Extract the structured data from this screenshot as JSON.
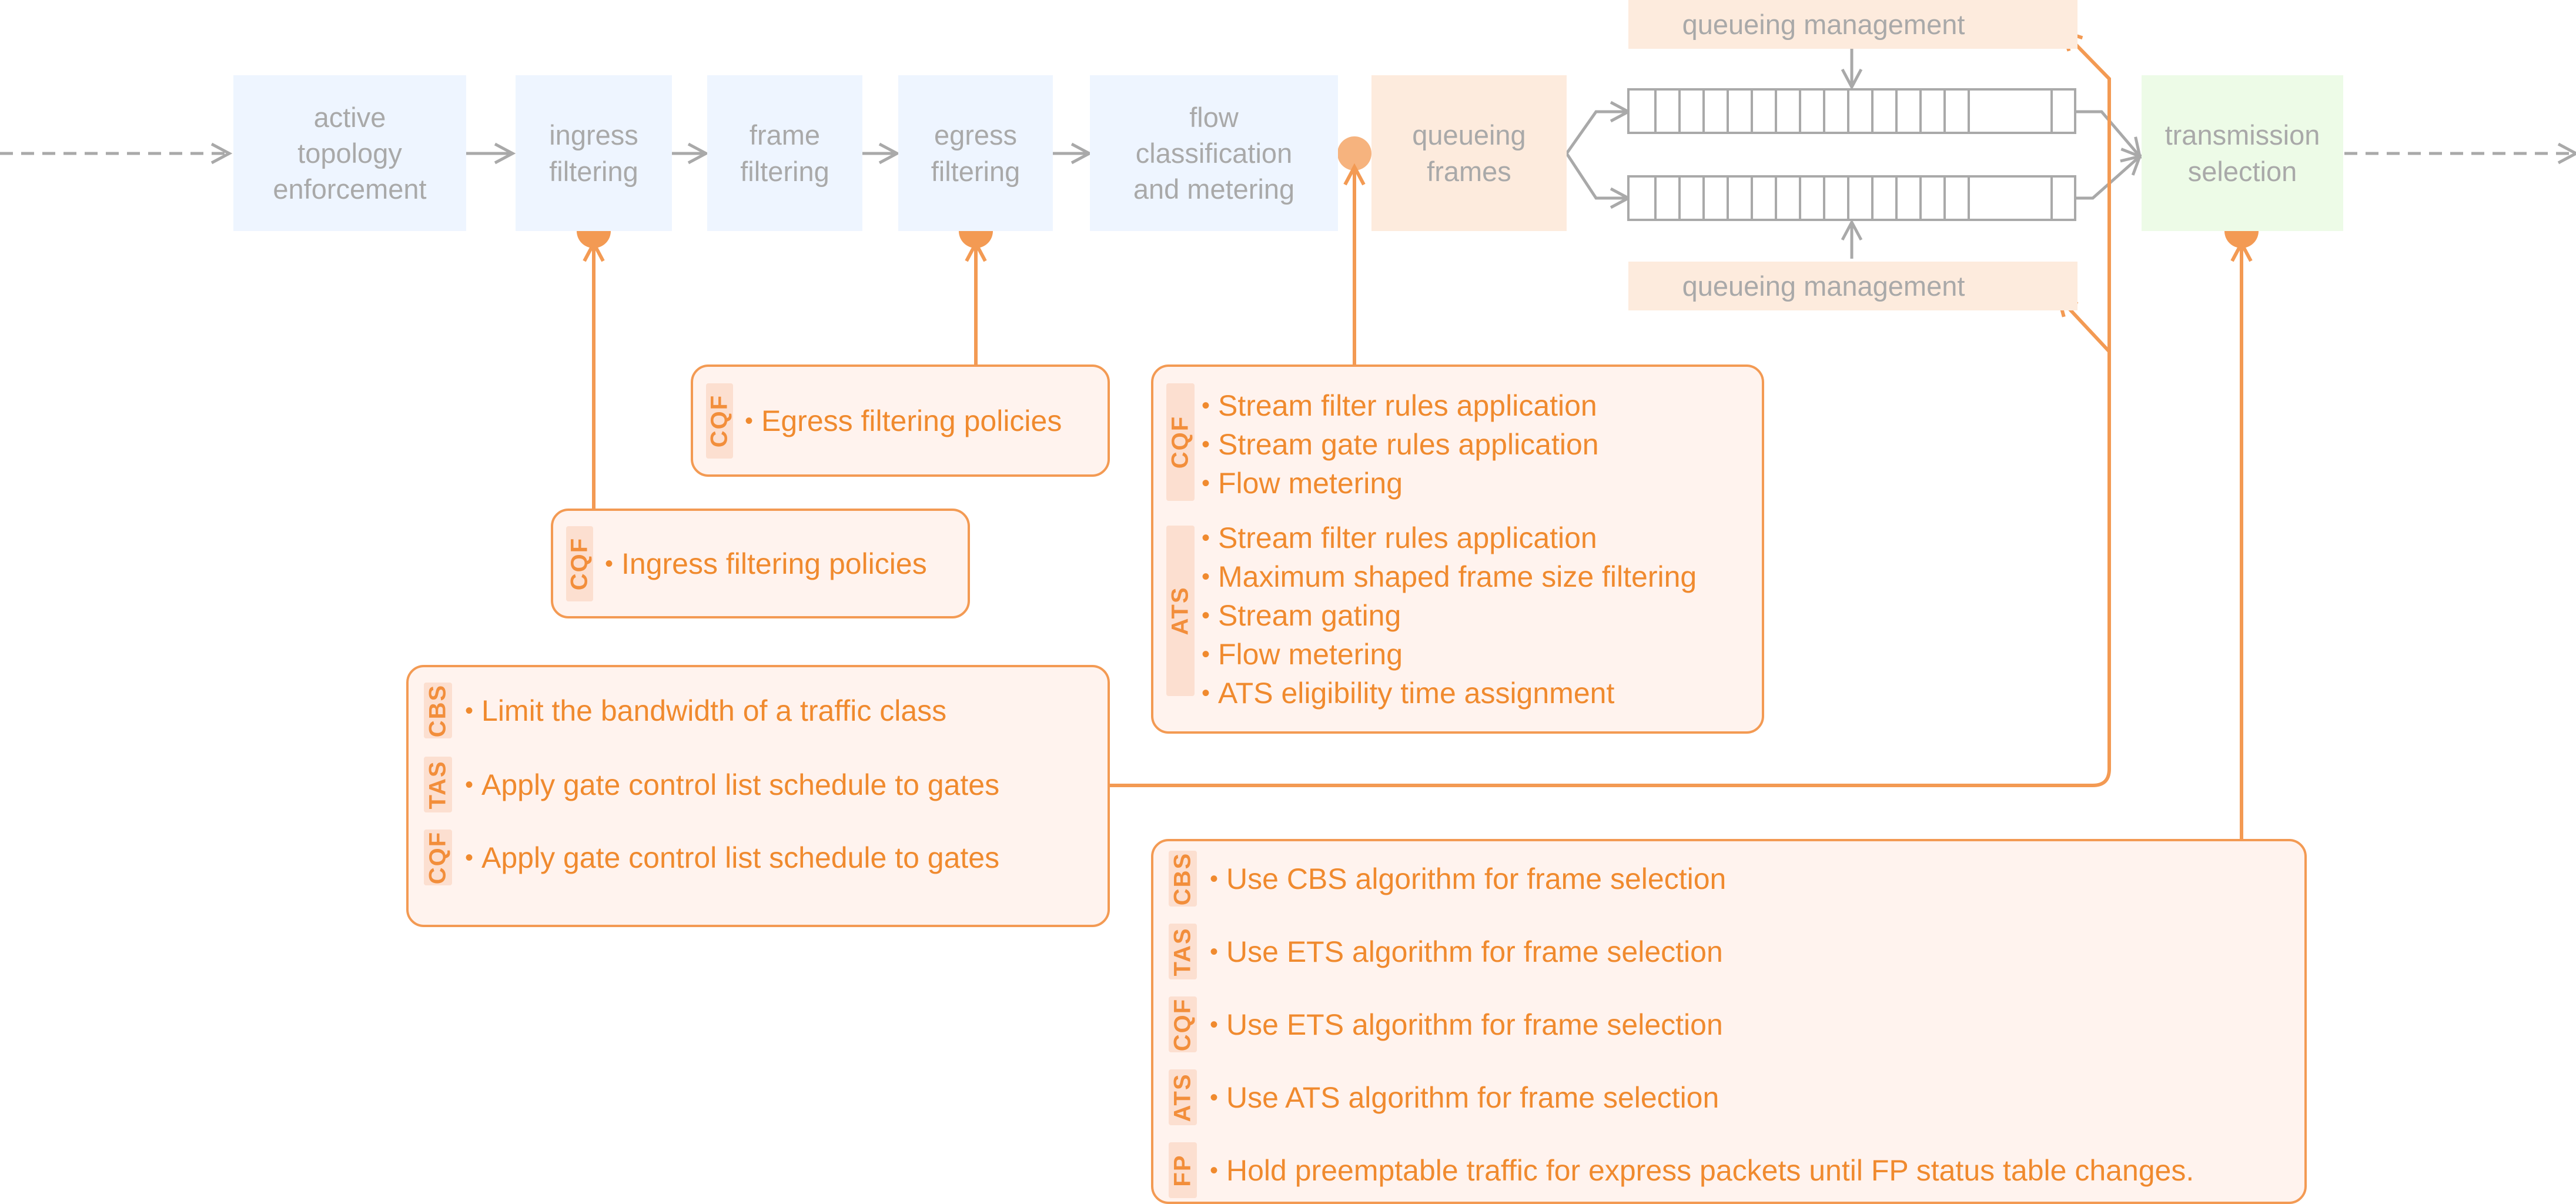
{
  "stages": {
    "active_topology": "active\ntopology\nenforcement",
    "ingress_filtering": "ingress\nfiltering",
    "frame_filtering": "frame\nfiltering",
    "egress_filtering": "egress\nfiltering",
    "flow_classification": "flow\nclassification\nand metering",
    "queueing_frames": "queueing\nframes",
    "transmission_selection": "transmission\nselection"
  },
  "queueing_management": {
    "top_label": "queueing management",
    "bottom_label": "queueing management"
  },
  "callouts": {
    "egress": {
      "groups": [
        {
          "tag": "CQF",
          "items": [
            "Egress filtering policies"
          ]
        }
      ]
    },
    "ingress": {
      "groups": [
        {
          "tag": "CQF",
          "items": [
            "Ingress filtering policies"
          ]
        }
      ]
    },
    "flow": {
      "groups": [
        {
          "tag": "CQF",
          "items": [
            "Stream filter rules application",
            "Stream gate rules application",
            "Flow metering"
          ]
        },
        {
          "tag": "ATS",
          "items": [
            "Stream filter rules application",
            "Maximum shaped frame size filtering",
            "Stream gating",
            "Flow metering",
            "ATS eligibility time assignment"
          ]
        }
      ]
    },
    "queue": {
      "groups": [
        {
          "tag": "CBS",
          "items": [
            "Limit the bandwidth of a traffic class"
          ]
        },
        {
          "tag": "TAS",
          "items": [
            "Apply gate control list schedule to gates"
          ]
        },
        {
          "tag": "CQF",
          "items": [
            "Apply gate control list schedule to gates"
          ]
        }
      ]
    },
    "transmission": {
      "groups": [
        {
          "tag": "CBS",
          "items": [
            "Use CBS algorithm for frame selection"
          ]
        },
        {
          "tag": "TAS",
          "items": [
            "Use ETS algorithm for frame selection"
          ]
        },
        {
          "tag": "CQF",
          "items": [
            "Use ETS algorithm for frame selection"
          ]
        },
        {
          "tag": "ATS",
          "items": [
            "Use ATS algorithm for frame selection"
          ]
        },
        {
          "tag": "FP",
          "items": [
            "Hold preemptable traffic for express packets until FP status table changes."
          ]
        }
      ]
    }
  },
  "colors": {
    "accent": "#f39a53",
    "text_accent": "#f08a2e",
    "stage_blue": "#eef5ff",
    "stage_peach": "#fdebdd",
    "stage_green": "#edfbe7",
    "gray": "#a9a9a9"
  }
}
